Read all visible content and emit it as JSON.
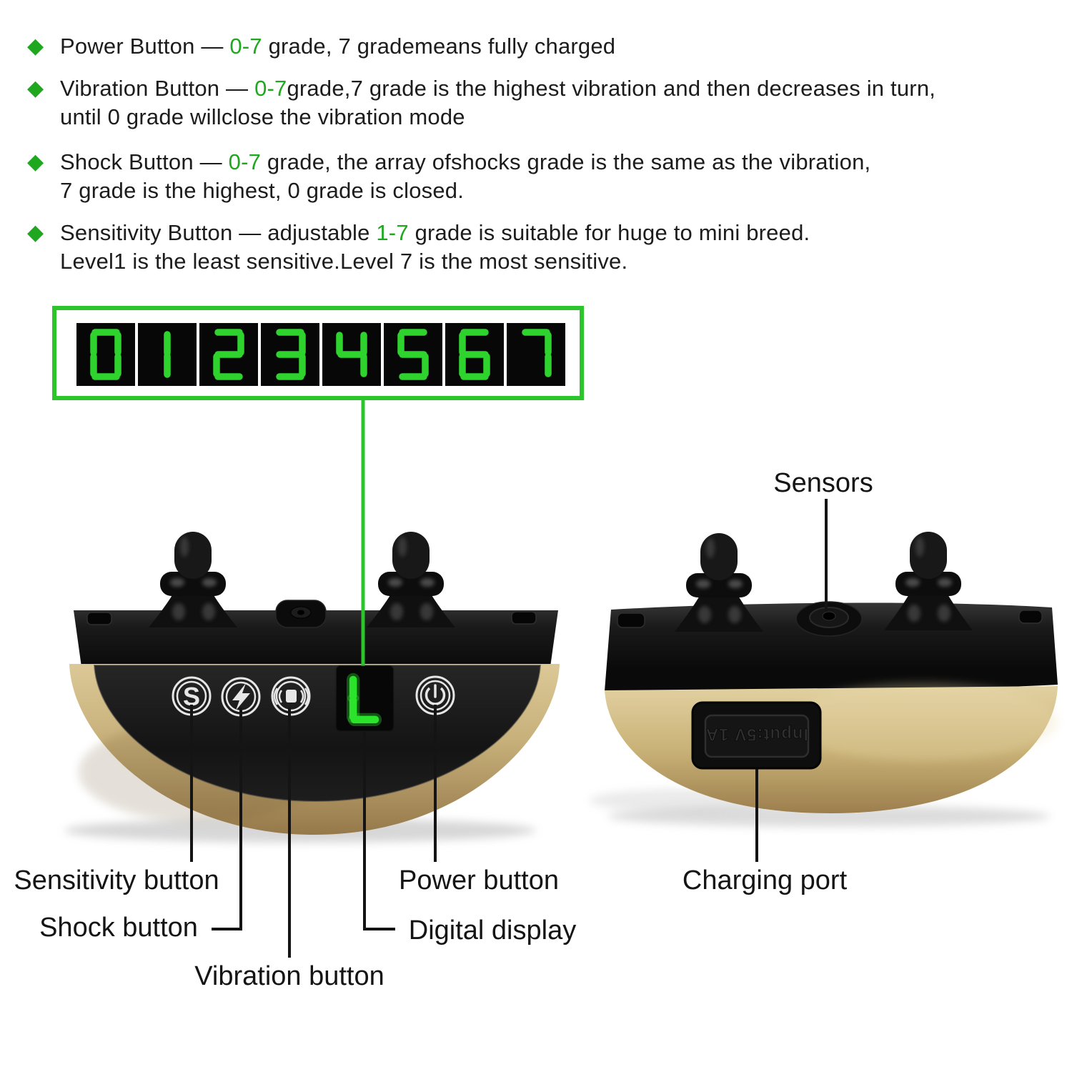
{
  "colors": {
    "accent_green": "#1fa81f",
    "box_green": "#2cc52c",
    "segment_green": "#2ed32e",
    "display_green": "#2be32b",
    "label_text": "#141414",
    "gold": "#c7b07a"
  },
  "icons": {
    "bullet_diamond": "◆"
  },
  "bullets": [
    {
      "lines": [
        [
          {
            "t": "Power Button — "
          },
          {
            "t": "0-7",
            "green": true
          },
          {
            "t": " grade, 7 grademeans fully charged"
          }
        ]
      ]
    },
    {
      "lines": [
        [
          {
            "t": "Vibration Button — "
          },
          {
            "t": "0-7",
            "green": true
          },
          {
            "t": "grade,7 grade is the highest vibration and then decreases in turn,"
          }
        ],
        [
          {
            "t": "until 0 grade willclose the vibration mode"
          }
        ]
      ]
    },
    {
      "lines": [
        [
          {
            "t": "Shock Button — "
          },
          {
            "t": "0-7",
            "green": true
          },
          {
            "t": " grade, the array ofshocks grade is the same as the vibration,"
          }
        ],
        [
          {
            "t": "7 grade is the highest, 0 grade is closed."
          }
        ]
      ]
    },
    {
      "lines": [
        [
          {
            "t": "Sensitivity Button — adjustable "
          },
          {
            "t": "1-7",
            "green": true
          },
          {
            "t": " grade is suitable for huge to mini breed."
          }
        ],
        [
          {
            "t": "Level1 is the least sensitive.Level 7 is the most sensitive."
          }
        ]
      ]
    }
  ],
  "level_scale": {
    "digits": [
      "0",
      "1",
      "2",
      "3",
      "4",
      "5",
      "6",
      "7"
    ]
  },
  "labels": {
    "sensors": "Sensors",
    "sensitivity": "Sensitivity button",
    "shock": "Shock button",
    "vibration": "Vibration button",
    "power": "Power button",
    "digital_display": "Digital display",
    "charging_port": "Charging port"
  },
  "device": {
    "display_value": "L",
    "sensitivity_glyph": "S",
    "port_text": "Input:5V 1A"
  }
}
